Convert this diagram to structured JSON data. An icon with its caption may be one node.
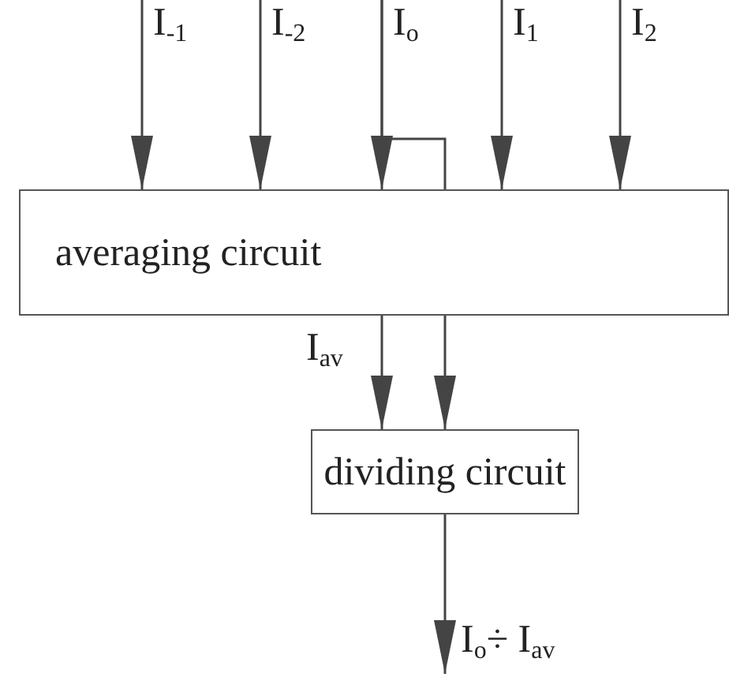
{
  "diagram": {
    "nodes": [
      {
        "text": [
          "averaging circuit"
        ]
      },
      {
        "text": [
          "dividing circuit"
        ]
      }
    ],
    "edges": [
      {
        "from": null,
        "to": 0,
        "arrow": "to",
        "label": "I$_{-1}$"
      },
      {
        "from": null,
        "to": 0,
        "arrow": "to",
        "label": "I$_{-2}$"
      },
      {
        "from": null,
        "to": 0,
        "arrow": "to",
        "label": "I$_{o}$"
      },
      {
        "from": null,
        "to": 1,
        "arrow": "to"
      },
      {
        "from": null,
        "to": 0,
        "arrow": "to",
        "label": "I$_{1}$"
      },
      {
        "from": null,
        "to": 0,
        "arrow": "to",
        "label": "I$_{2}$"
      },
      {
        "from": 0,
        "to": 1,
        "arrow": "to",
        "label": "I$_{av}$"
      },
      {
        "from": 1,
        "to": null,
        "arrow": "to",
        "label": "I$_{o}$÷ I$_{av}$"
      }
    ]
  }
}
